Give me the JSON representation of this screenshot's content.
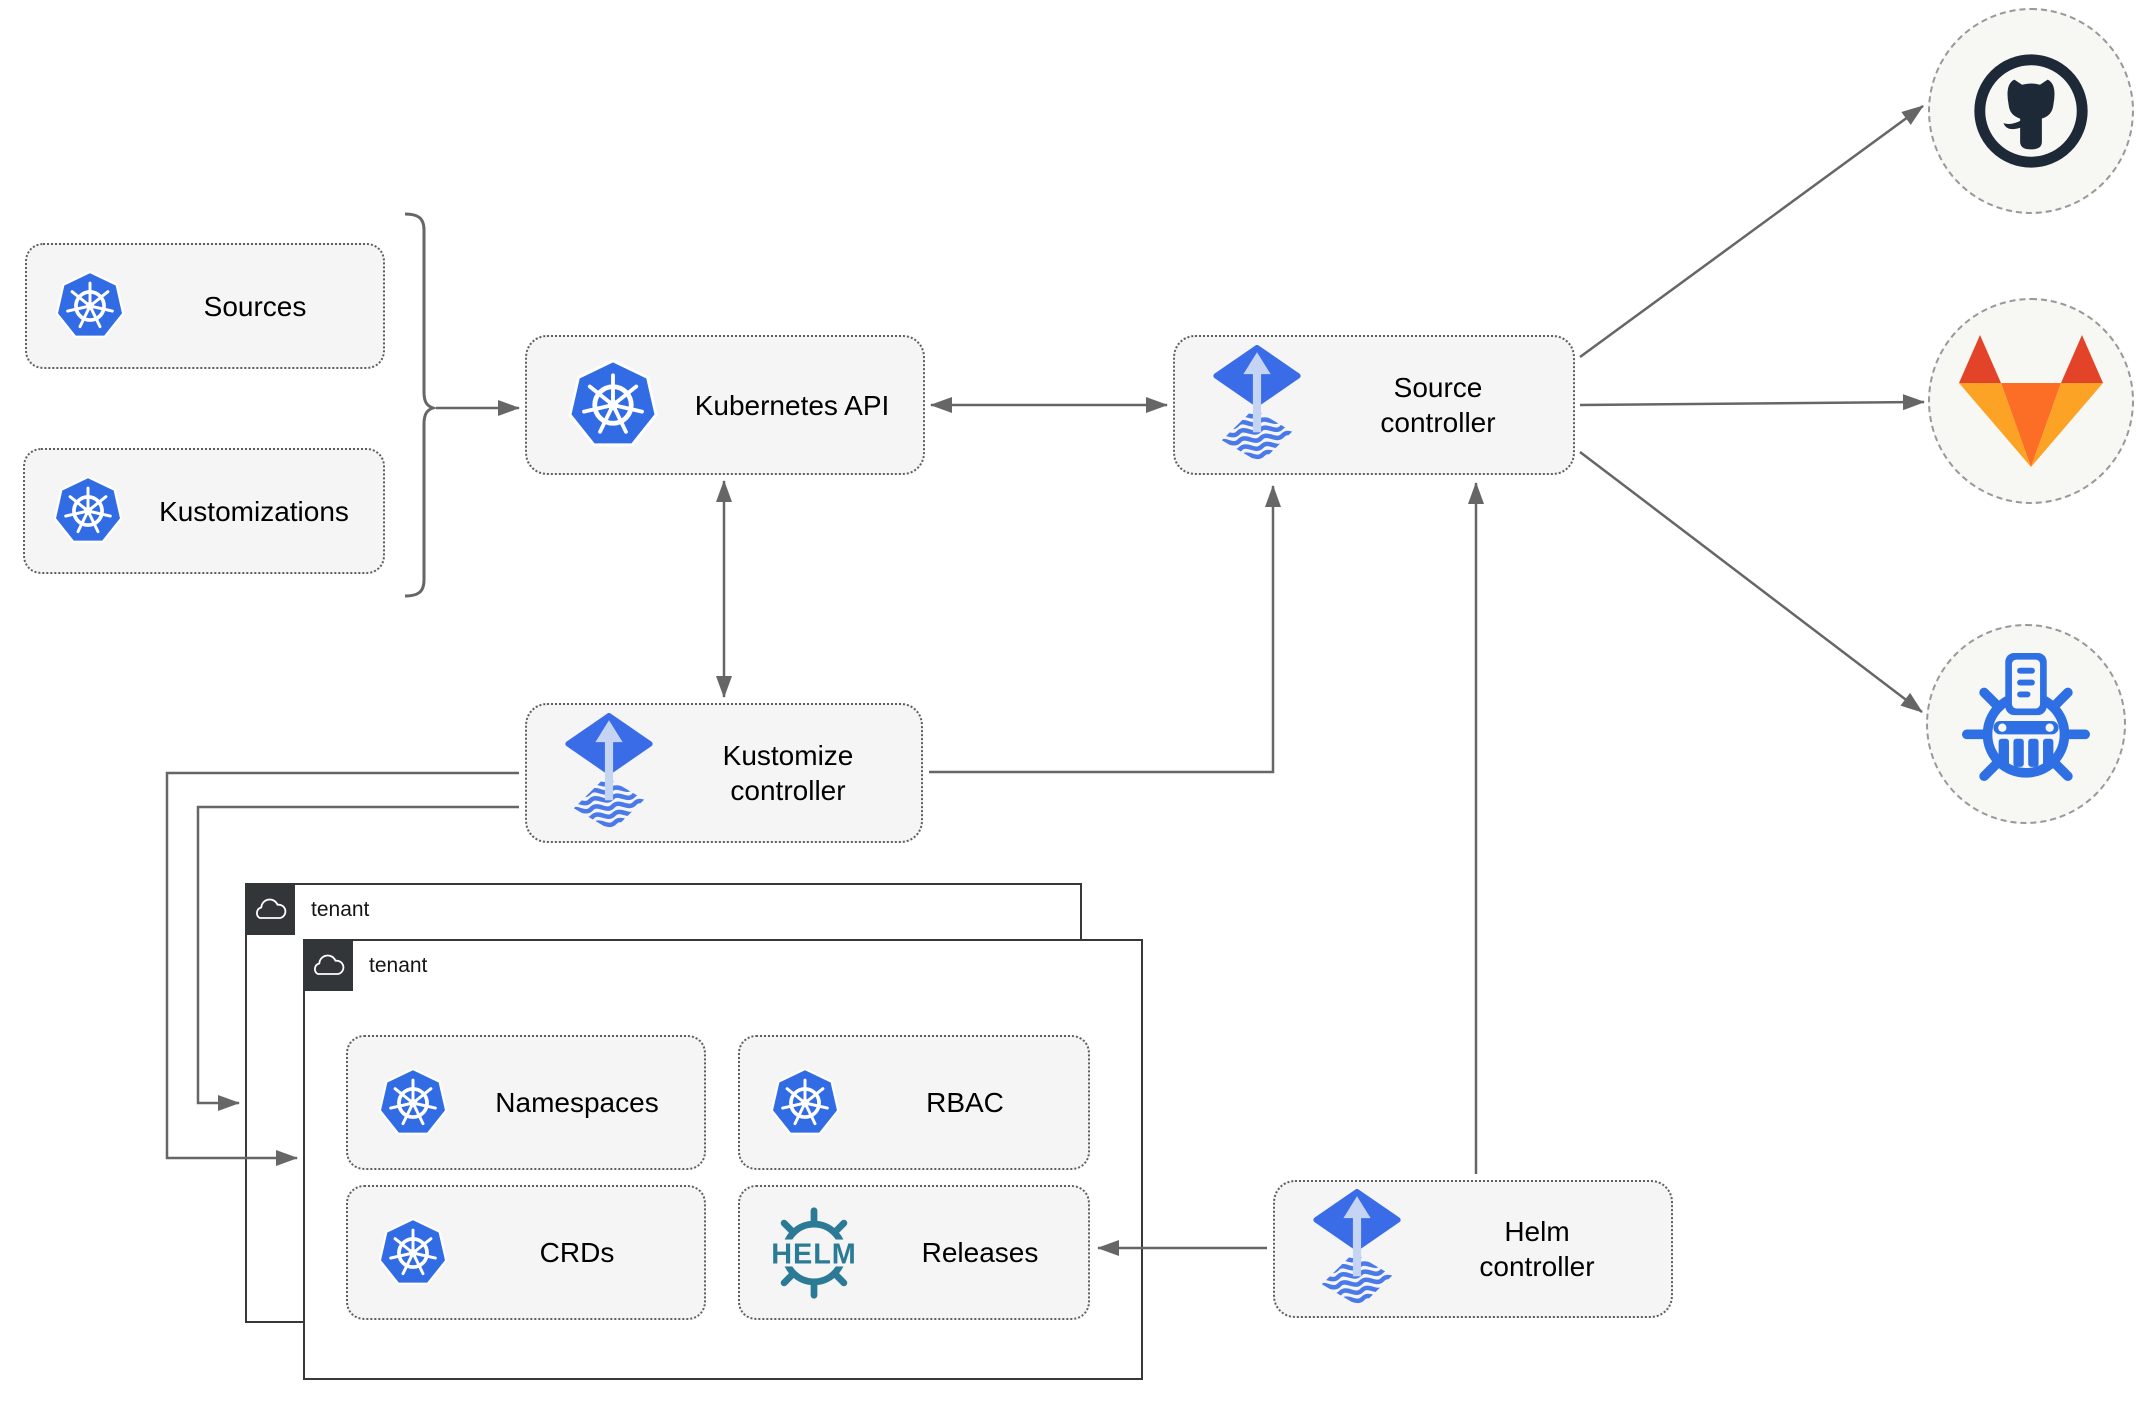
{
  "nodes": {
    "sources": {
      "label": "Sources",
      "icon": "kubernetes"
    },
    "kustomizations": {
      "label": "Kustomizations",
      "icon": "kubernetes"
    },
    "kubernetes_api": {
      "label": "Kubernetes API",
      "icon": "kubernetes"
    },
    "source_controller": {
      "label": "Source controller",
      "icon": "flux"
    },
    "kustomize_controller": {
      "label": "Kustomize controller",
      "icon": "flux"
    },
    "helm_controller": {
      "label": "Helm controller",
      "icon": "flux"
    },
    "tenant_back": {
      "label": "tenant",
      "icon": "cloud"
    },
    "tenant_front": {
      "label": "tenant",
      "icon": "cloud"
    },
    "namespaces": {
      "label": "Namespaces",
      "icon": "kubernetes"
    },
    "rbac": {
      "label": "RBAC",
      "icon": "kubernetes"
    },
    "crds": {
      "label": "CRDs",
      "icon": "kubernetes"
    },
    "releases": {
      "label": "Releases",
      "icon": "helm"
    }
  },
  "helm_logo_text": "HELM",
  "endpoints": {
    "github": {
      "icon": "github-icon"
    },
    "gitlab": {
      "icon": "gitlab-icon"
    },
    "chart_repository": {
      "icon": "chart-repository-icon"
    }
  },
  "edges": [
    {
      "from": "sources_kustomizations_brace",
      "to": "kubernetes_api",
      "bidirectional": false
    },
    {
      "from": "kubernetes_api",
      "to": "source_controller",
      "bidirectional": true
    },
    {
      "from": "kubernetes_api",
      "to": "kustomize_controller",
      "bidirectional": true
    },
    {
      "from": "kustomize_controller",
      "to": "source_controller",
      "bidirectional": false
    },
    {
      "from": "kustomize_controller",
      "to": "tenant_front",
      "bidirectional": false
    },
    {
      "from": "kustomize_controller",
      "to": "tenant_back",
      "bidirectional": false
    },
    {
      "from": "helm_controller",
      "to": "source_controller",
      "bidirectional": false
    },
    {
      "from": "helm_controller",
      "to": "releases",
      "bidirectional": false
    },
    {
      "from": "source_controller",
      "to": "github",
      "bidirectional": false
    },
    {
      "from": "source_controller",
      "to": "gitlab",
      "bidirectional": false
    },
    {
      "from": "source_controller",
      "to": "chart_repository",
      "bidirectional": false
    }
  ],
  "colors": {
    "kubernetes_blue": "#326ce5",
    "flux_blue": "#3a6ce8",
    "flux_arrow_light": "#c6d4f4",
    "helm_teal": "#2b7a96",
    "github_dark": "#1d2936",
    "gitlab_red_orange": "#e24329",
    "gitlab_orange": "#fc6d26",
    "gitlab_amber": "#fca326",
    "chart_repository_blue": "#2f6fe4",
    "connector_gray": "#666666",
    "node_fill": "#f5f5f5",
    "node_border": "#5f5f5f",
    "tenant_border": "#383838",
    "tenant_badge_bg": "#333638",
    "endpoint_fill": "#f7f7f4",
    "endpoint_border": "#999999",
    "label_color": "#000000"
  }
}
